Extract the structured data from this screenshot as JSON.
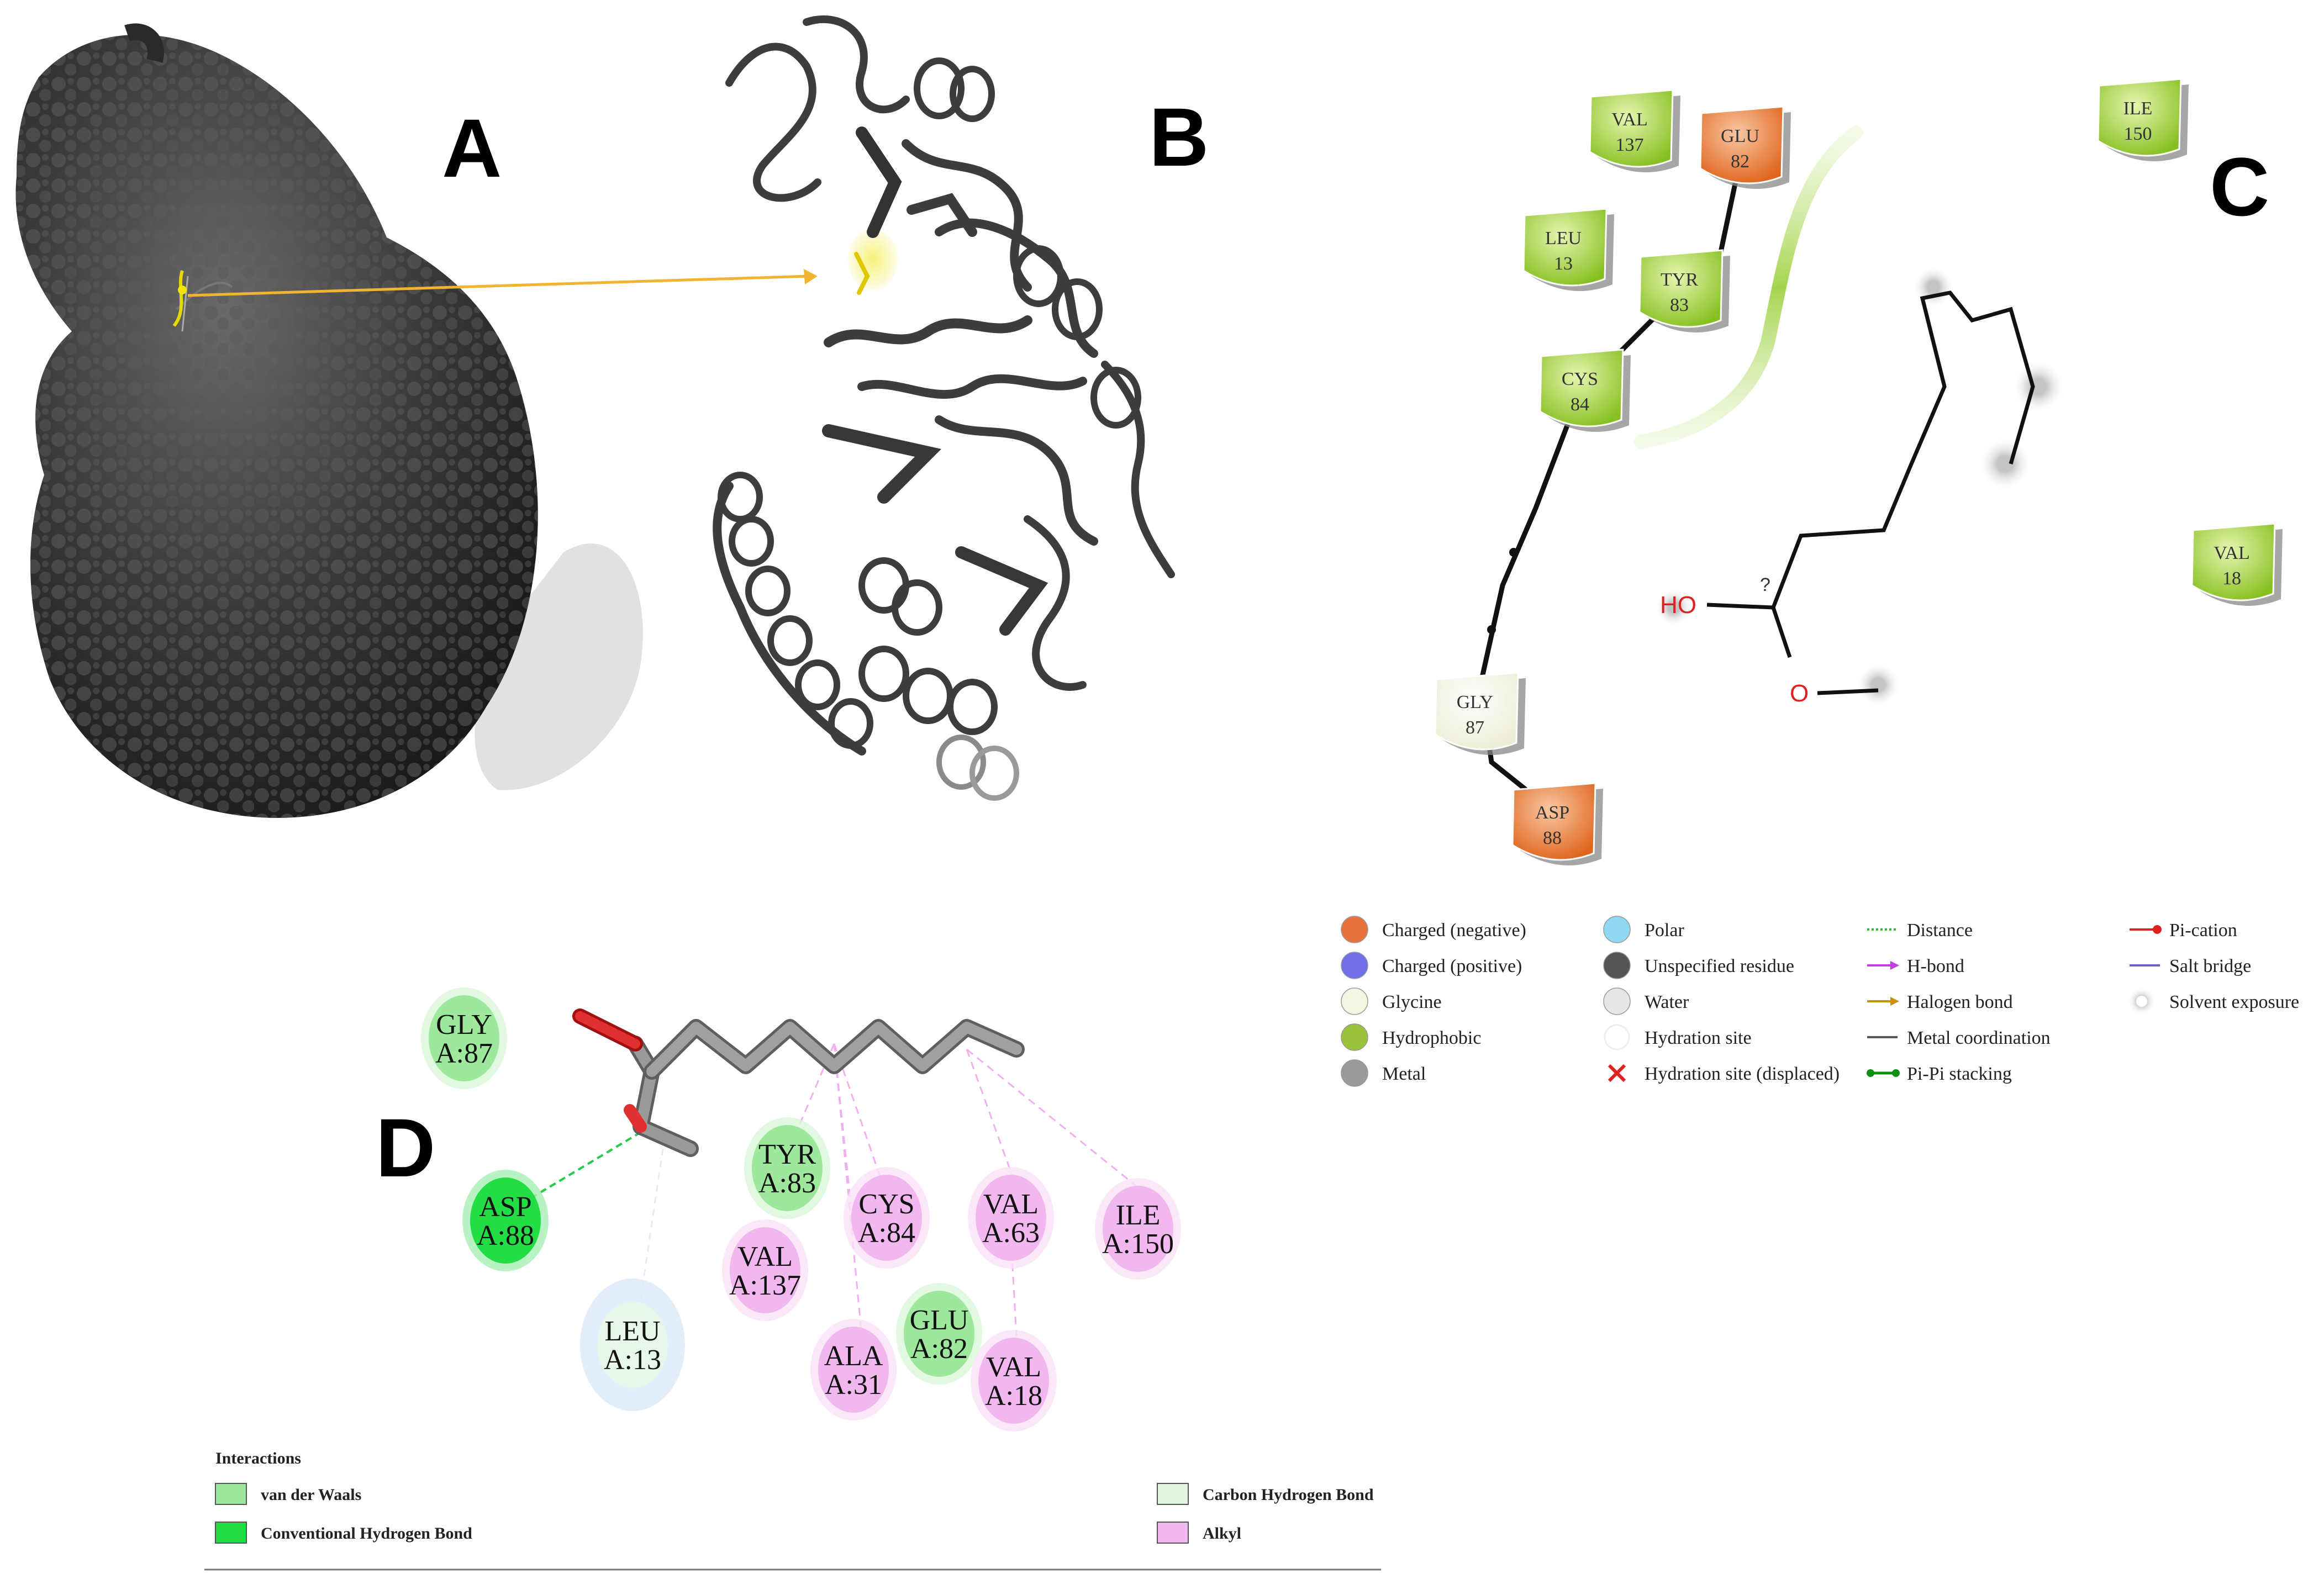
{
  "panels": {
    "a": "A",
    "b": "B",
    "c": "C",
    "d": "D"
  },
  "panel_c": {
    "residues": [
      {
        "name": "VAL",
        "num": "137",
        "kind": "hydrophobic"
      },
      {
        "name": "GLU",
        "num": "82",
        "kind": "negative"
      },
      {
        "name": "LEU",
        "num": "13",
        "kind": "hydrophobic"
      },
      {
        "name": "TYR",
        "num": "83",
        "kind": "hydrophobic"
      },
      {
        "name": "CYS",
        "num": "84",
        "kind": "hydrophobic"
      },
      {
        "name": "GLY",
        "num": "87",
        "kind": "glycine"
      },
      {
        "name": "ASP",
        "num": "88",
        "kind": "negative"
      },
      {
        "name": "ILE",
        "num": "150",
        "kind": "hydrophobic"
      },
      {
        "name": "VAL",
        "num": "18",
        "kind": "hydrophobic"
      }
    ],
    "ligand_labels": {
      "ho": "HO",
      "o": "O",
      "q": "?"
    },
    "legend": [
      {
        "label": "Charged (negative)",
        "color": "#e8733a",
        "symbol": "circle"
      },
      {
        "label": "Charged (positive)",
        "color": "#6f6fe8",
        "symbol": "circle"
      },
      {
        "label": "Glycine",
        "color": "#f4f4e2",
        "symbol": "circle"
      },
      {
        "label": "Hydrophobic",
        "color": "#9ac23c",
        "symbol": "circle"
      },
      {
        "label": "Metal",
        "color": "#9a9a9a",
        "symbol": "circle"
      },
      {
        "label": "Polar",
        "color": "#8fd8f2",
        "symbol": "circle"
      },
      {
        "label": "Unspecified residue",
        "color": "#555555",
        "symbol": "circle"
      },
      {
        "label": "Water",
        "color": "#e6e6e6",
        "symbol": "circle"
      },
      {
        "label": "Hydration site",
        "color": "#ffffff",
        "symbol": "circle-outline"
      },
      {
        "label": "Hydration site (displaced)",
        "color": "#e02020",
        "symbol": "cross"
      },
      {
        "label": "Distance",
        "color": "#30c030",
        "symbol": "dotted"
      },
      {
        "label": "H-bond",
        "color": "#c040e0",
        "symbol": "arrow"
      },
      {
        "label": "Halogen bond",
        "color": "#c89010",
        "symbol": "arrow"
      },
      {
        "label": "Metal coordination",
        "color": "#555555",
        "symbol": "line"
      },
      {
        "label": "Pi-Pi stacking",
        "color": "#109010",
        "symbol": "dumbbell"
      },
      {
        "label": "Pi-cation",
        "color": "#e02020",
        "symbol": "line-dot"
      },
      {
        "label": "Salt bridge",
        "color": "#7060c0",
        "symbol": "line"
      },
      {
        "label": "Solvent exposure",
        "color": "#bbbbbb",
        "symbol": "halo"
      }
    ]
  },
  "panel_d": {
    "residues": [
      {
        "label1": "GLY",
        "label2": "A:87",
        "kind": "vdw"
      },
      {
        "label1": "ASP",
        "label2": "A:88",
        "kind": "hbond"
      },
      {
        "label1": "TYR",
        "label2": "A:83",
        "kind": "vdw"
      },
      {
        "label1": "CYS",
        "label2": "A:84",
        "kind": "alkyl"
      },
      {
        "label1": "VAL",
        "label2": "A:63",
        "kind": "alkyl"
      },
      {
        "label1": "ILE",
        "label2": "A:150",
        "kind": "alkyl"
      },
      {
        "label1": "VAL",
        "label2": "A:137",
        "kind": "alkyl"
      },
      {
        "label1": "LEU",
        "label2": "A:13",
        "kind": "chbond"
      },
      {
        "label1": "GLU",
        "label2": "A:82",
        "kind": "vdw"
      },
      {
        "label1": "ALA",
        "label2": "A:31",
        "kind": "alkyl"
      },
      {
        "label1": "VAL",
        "label2": "A:18",
        "kind": "alkyl"
      }
    ],
    "legend_title": "Interactions",
    "legend": [
      {
        "label": "van der Waals",
        "color": "#9de89d"
      },
      {
        "label": "Conventional Hydrogen Bond",
        "color": "#22dd44"
      },
      {
        "label": "Carbon Hydrogen Bond",
        "color": "#dff5e0"
      },
      {
        "label": "Alkyl",
        "color": "#f0b8ee"
      }
    ]
  }
}
